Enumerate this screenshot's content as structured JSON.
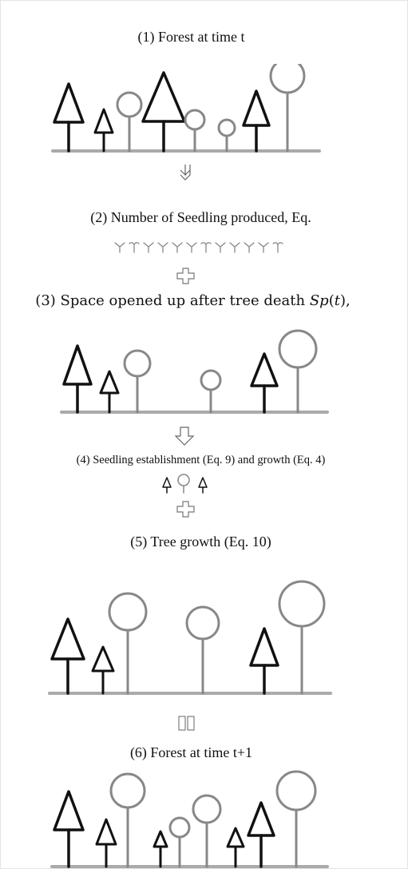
{
  "steps": [
    {
      "label": "(1) Forest at time t"
    },
    {
      "label": "(2) Number of Seedling produced, Eq."
    },
    {
      "label_prefix": "(3) Space opened up after tree death ",
      "label_func": "Sp",
      "label_open": "(",
      "label_var": "t",
      "label_close": "),"
    },
    {
      "label": "(4) Seedling establishment (Eq. 9) and growth (Eq. 4)"
    },
    {
      "label": "(5) Tree growth (Eq. 10)"
    },
    {
      "label": "(6) Forest at time t+1"
    }
  ],
  "arrows": [
    "down-arrow",
    "plus",
    "down-arrow",
    "plus",
    "down-arrow-broken"
  ],
  "colors": {
    "conifer": "#111111",
    "broadleaf": "#888888",
    "ground": "#aaaaaa"
  }
}
